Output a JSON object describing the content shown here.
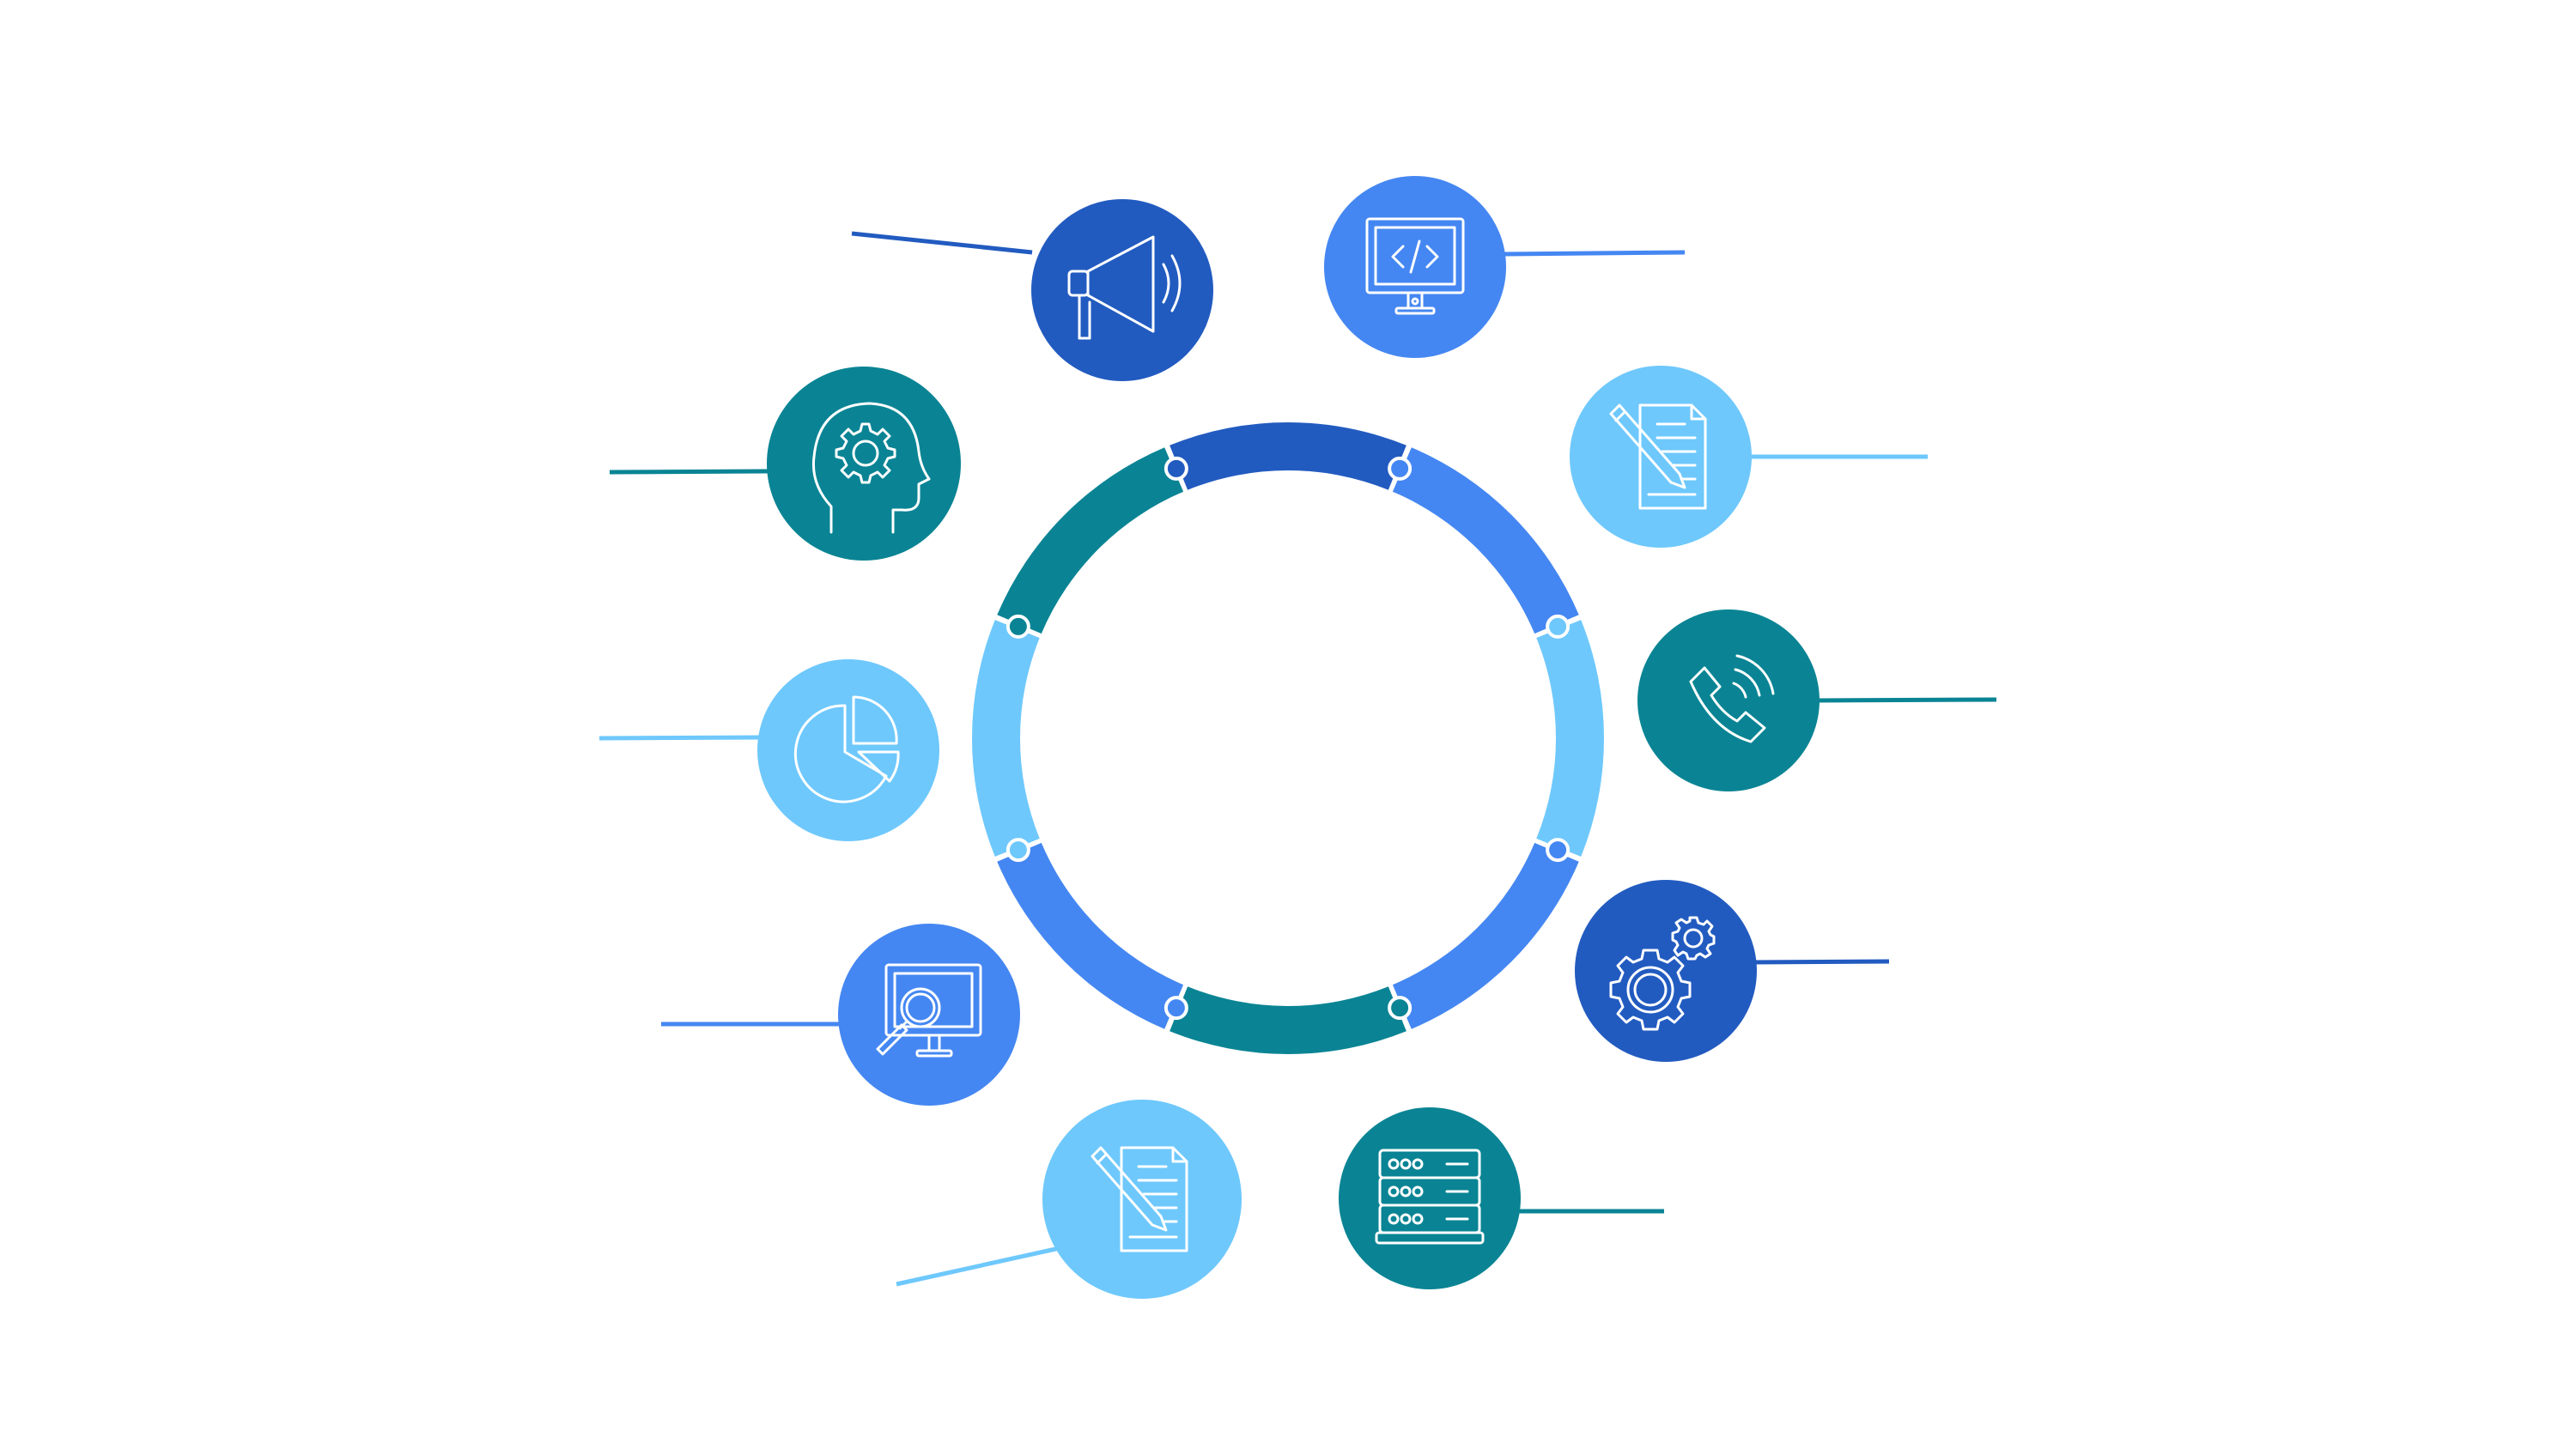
{
  "colors": {
    "dark_blue": "#225BC0",
    "blue": "#4587F2",
    "light_blue": "#6EC8FC",
    "teal": "#0A8494",
    "icon_stroke": "#FFFFFF",
    "background": "#FFFFFF"
  },
  "ring": {
    "segments": [
      {
        "name": "segment-top",
        "color": "dark_blue"
      },
      {
        "name": "segment-upper-right",
        "color": "blue"
      },
      {
        "name": "segment-right",
        "color": "light_blue"
      },
      {
        "name": "segment-lower-right",
        "color": "blue"
      },
      {
        "name": "segment-bottom",
        "color": "teal"
      },
      {
        "name": "segment-lower-left",
        "color": "blue"
      },
      {
        "name": "segment-left",
        "color": "light_blue"
      },
      {
        "name": "segment-upper-left",
        "color": "teal"
      }
    ]
  },
  "nodes": [
    {
      "id": "marketing",
      "icon": "megaphone-icon",
      "color": "dark_blue"
    },
    {
      "id": "development",
      "icon": "code-monitor-icon",
      "color": "blue"
    },
    {
      "id": "writing-right",
      "icon": "document-pencil-icon",
      "color": "light_blue"
    },
    {
      "id": "support",
      "icon": "phone-call-icon",
      "color": "teal"
    },
    {
      "id": "settings",
      "icon": "gears-icon",
      "color": "dark_blue"
    },
    {
      "id": "server",
      "icon": "server-icon",
      "color": "teal"
    },
    {
      "id": "writing-left",
      "icon": "document-pencil-icon",
      "color": "light_blue"
    },
    {
      "id": "search",
      "icon": "monitor-search-icon",
      "color": "blue"
    },
    {
      "id": "analytics",
      "icon": "pie-chart-icon",
      "color": "light_blue"
    },
    {
      "id": "thinking",
      "icon": "head-gear-icon",
      "color": "teal"
    }
  ]
}
